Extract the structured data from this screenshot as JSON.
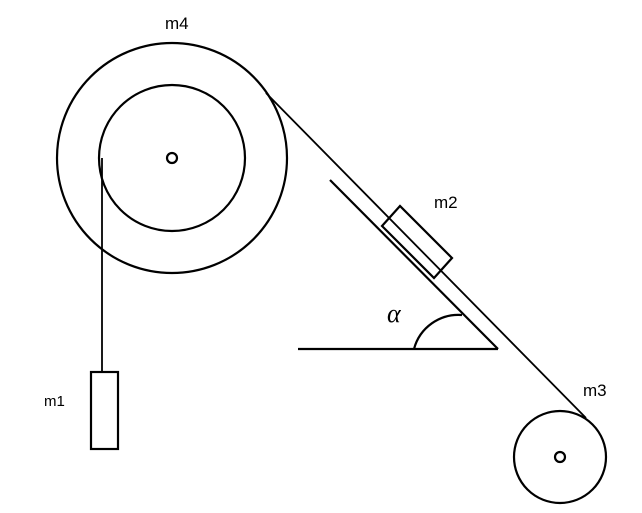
{
  "labels": {
    "m4": "m4",
    "m2": "m2",
    "m1": "m1",
    "m3": "m3",
    "angle": "α"
  },
  "colors": {
    "line": "#000000",
    "background": "#ffffff"
  }
}
